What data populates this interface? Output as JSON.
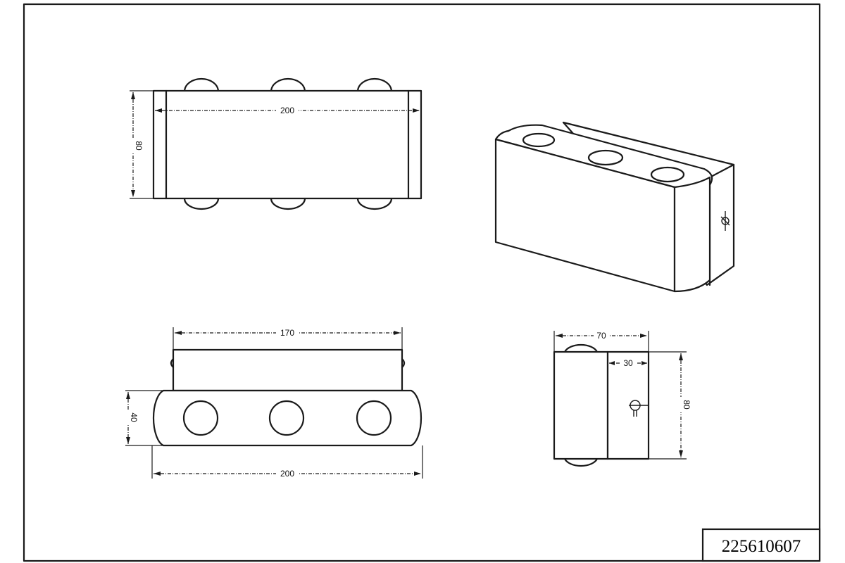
{
  "drawing": {
    "part_number": "225610607",
    "top_view": {
      "width_label": "200",
      "height_label": "80"
    },
    "front_view": {
      "top_width_label": "170",
      "height_label": "40",
      "bottom_width_label": "200"
    },
    "side_view": {
      "width_label": "70",
      "depth_label": "30",
      "height_label": "80"
    }
  }
}
